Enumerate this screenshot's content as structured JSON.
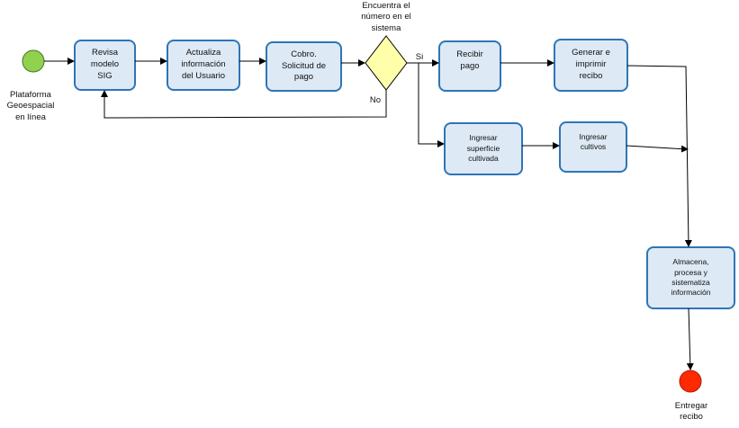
{
  "start": {
    "label": "Plataforma\nGeoespacial\nen línea",
    "color": "#92d050"
  },
  "end": {
    "label": "Entregar\nrecibo",
    "color": "#ff2a00"
  },
  "decision": {
    "question": "Encuentra el\nnúmero en el\nsistema",
    "yes_label": "Si",
    "no_label": "No",
    "color": "#ffffaa"
  },
  "node_style": {
    "fill": "#dde9f5",
    "stroke": "#2e75b6"
  },
  "steps": {
    "revisa_modelo": "Revisa\nmodelo\nSIG",
    "actualiza_info": "Actualiza\ninformación\ndel Usuario",
    "cobro": "Cobro.\nSolicitud de\npago",
    "recibir_pago": "Recibir\npago",
    "generar_recibo": "Generar e\nimprimir\nrecibo",
    "ingresar_superficie": "Ingresar\nsuperficie\ncultivada",
    "ingresar_cultivos": "Ingresar\ncultivos",
    "almacena": "Almacena,\nprocesa y\nsistematiza\ninformación"
  }
}
